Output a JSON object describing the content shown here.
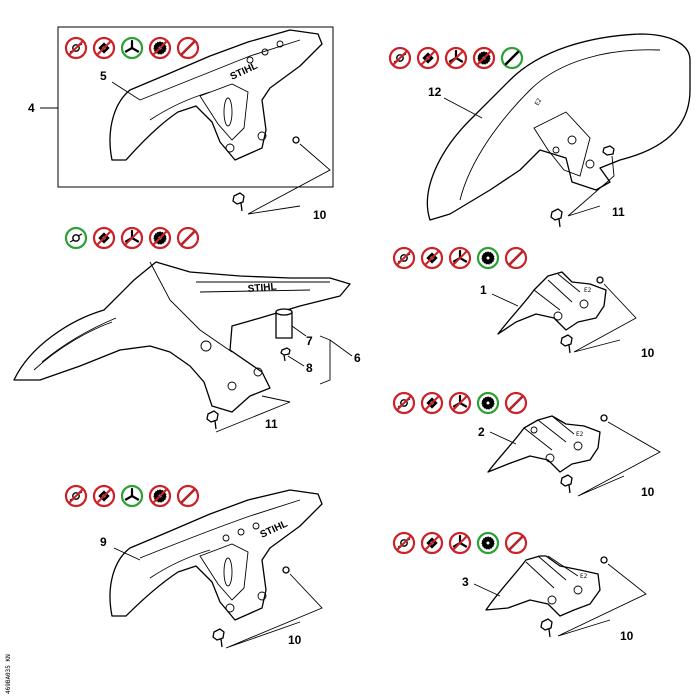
{
  "parts": {
    "p1": "1",
    "p2": "2",
    "p3": "3",
    "p4": "4",
    "p5": "5",
    "p6": "6",
    "p7": "7",
    "p8": "8",
    "p9": "9",
    "p10": "10",
    "p11": "11",
    "p12": "12"
  },
  "brand": "STIHL",
  "image_code": "469BA035 KN",
  "icon_sets": {
    "guard_a": [
      "forbidden",
      "forbidden",
      "allowed",
      "forbidden",
      "forbidden"
    ],
    "guard_b": [
      "forbidden",
      "forbidden",
      "forbidden",
      "forbidden",
      "allowed"
    ],
    "guard_c": [
      "allowed",
      "forbidden",
      "forbidden",
      "forbidden",
      "forbidden"
    ],
    "guard_d": [
      "forbidden",
      "forbidden",
      "forbidden",
      "allowed",
      "forbidden"
    ],
    "guard_e": [
      "forbidden",
      "forbidden",
      "forbidden",
      "allowed",
      "forbidden"
    ],
    "guard_f": [
      "forbidden",
      "forbidden",
      "allowed",
      "forbidden",
      "forbidden"
    ],
    "guard_g": [
      "forbidden",
      "forbidden",
      "forbidden",
      "allowed",
      "forbidden"
    ]
  },
  "icon_colors": {
    "forbidden": "#cc2127",
    "allowed": "#2ca035"
  },
  "tool_icons": [
    "trimmer-head-icon",
    "polycut-icon",
    "three-blade-icon",
    "circular-saw-blade-icon",
    "two-blade-icon"
  ]
}
